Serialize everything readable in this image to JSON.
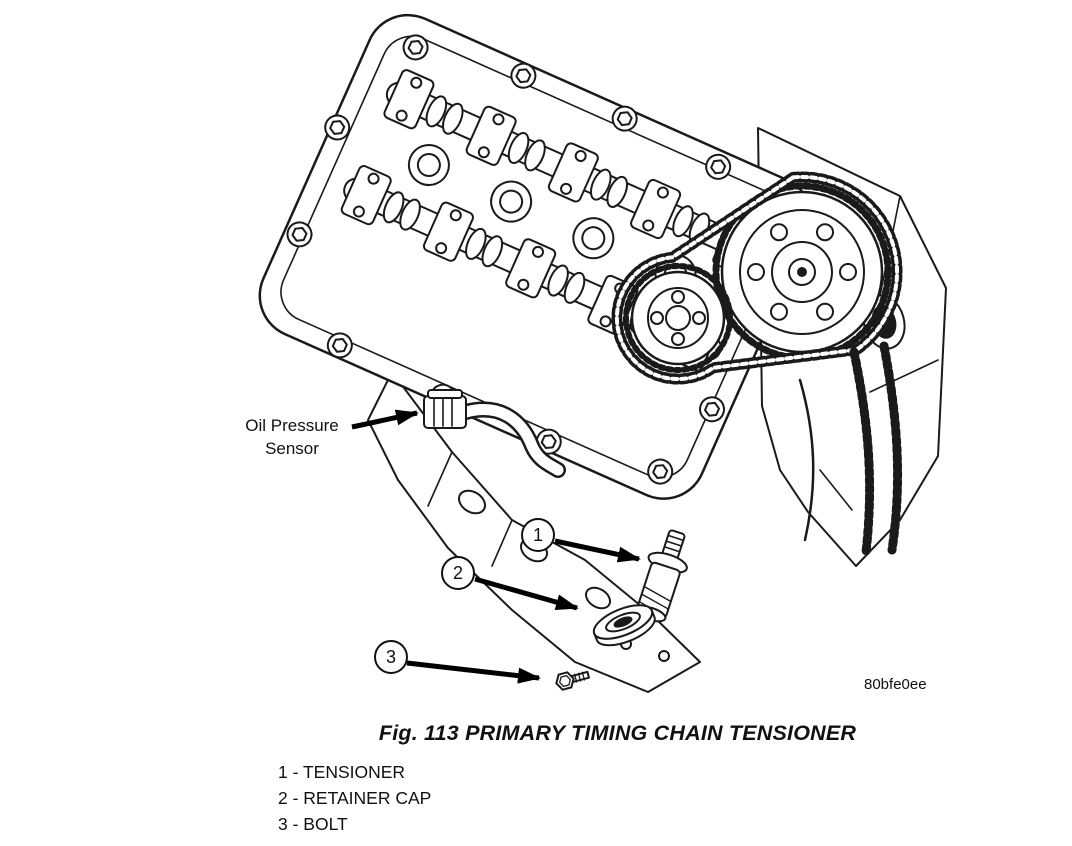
{
  "figure": {
    "caption": "Fig. 113 PRIMARY TIMING CHAIN TENSIONER",
    "code": "80bfe0ee"
  },
  "labels": {
    "oil_pressure_sensor_line1": "Oil Pressure",
    "oil_pressure_sensor_line2": "Sensor"
  },
  "callouts": [
    {
      "number": "1",
      "target": "TENSIONER"
    },
    {
      "number": "2",
      "target": "RETAINER CAP"
    },
    {
      "number": "3",
      "target": "BOLT"
    }
  ],
  "legend": [
    {
      "text": "1 - TENSIONER"
    },
    {
      "text": "2 - RETAINER CAP"
    },
    {
      "text": "3 - BOLT"
    }
  ],
  "colors": {
    "ink": "#111111",
    "background": "#ffffff"
  }
}
